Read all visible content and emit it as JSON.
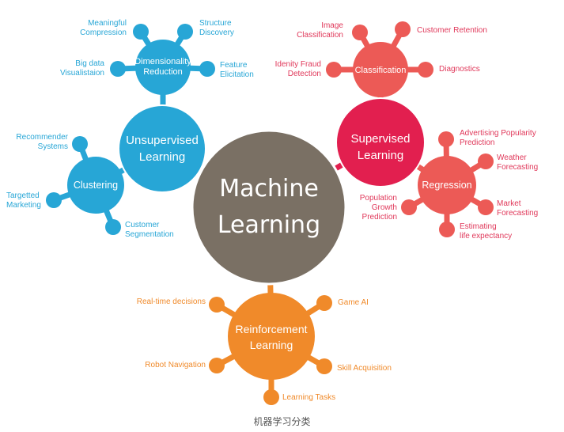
{
  "center": {
    "label": "Machine\nLearning",
    "color": "#7a7064"
  },
  "unsupervised": {
    "label": "Unsupervised\nLearning",
    "color": "#27a6d6",
    "dimensionality": {
      "label": "Dimensionality\nReduction",
      "leaves": [
        "Meaningful\nCompression",
        "Structure\nDiscovery",
        "Big data\nVisualistaion",
        "Feature\nElicitation"
      ]
    },
    "clustering": {
      "label": "Clustering",
      "leaves": [
        "Recommender\nSystems",
        "Targetted\nMarketing",
        "Customer\nSegmentation"
      ]
    }
  },
  "supervised": {
    "label": "Supervised\nLearning",
    "color": "#e21f4f",
    "classification": {
      "label": "Classification",
      "color": "#ec5a56",
      "leaves": [
        "Image\nClassification",
        "Customer Retention",
        "Idenity Fraud\nDetection",
        "Diagnostics"
      ]
    },
    "regression": {
      "label": "Regression",
      "color": "#ec5a56",
      "leaves": [
        "Advertising Popularity\nPrediction",
        "Weather\nForecasting",
        "Population\nGrowth\nPrediction",
        "Market\nForecasting",
        "Estimating\nlife expectancy"
      ]
    }
  },
  "reinforcement": {
    "label": "Reinforcement\nLearning",
    "color": "#f08a2a",
    "leaves": [
      "Real-time decisions",
      "Game AI",
      "Robot Navigation",
      "Skill Acquisition",
      "Learning Tasks"
    ]
  },
  "caption": "机器学习分类"
}
